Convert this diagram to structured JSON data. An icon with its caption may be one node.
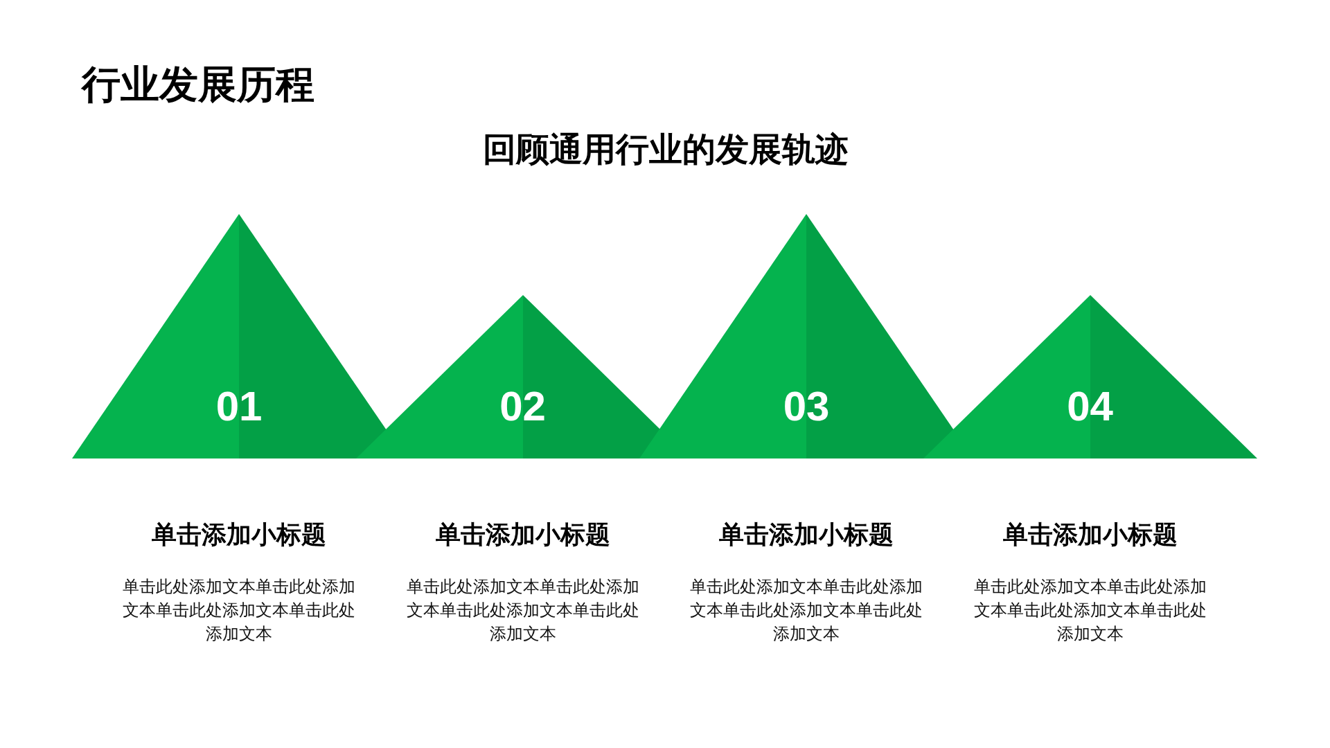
{
  "diagram": {
    "title": "行业发展历程",
    "labels": [
      "回顾通用行业的发展轨迹"
    ],
    "nodes": [
      {
        "text": [
          "01"
        ],
        "beside": [
          "单击添加小标题",
          "单击此处添加文本单击此处添加文本单击此处添加文本单击此处添加文本"
        ]
      },
      {
        "text": [
          "02"
        ],
        "beside": [
          "单击添加小标题",
          "单击此处添加文本单击此处添加文本单击此处添加文本单击此处添加文本"
        ]
      },
      {
        "text": [
          "03"
        ],
        "beside": [
          "单击添加小标题",
          "单击此处添加文本单击此处添加文本单击此处添加文本单击此处添加文本"
        ]
      },
      {
        "text": [
          "04"
        ],
        "beside": [
          "单击添加小标题",
          "单击此处添加文本单击此处添加文本单击此处添加文本单击此处添加文本"
        ]
      }
    ]
  }
}
